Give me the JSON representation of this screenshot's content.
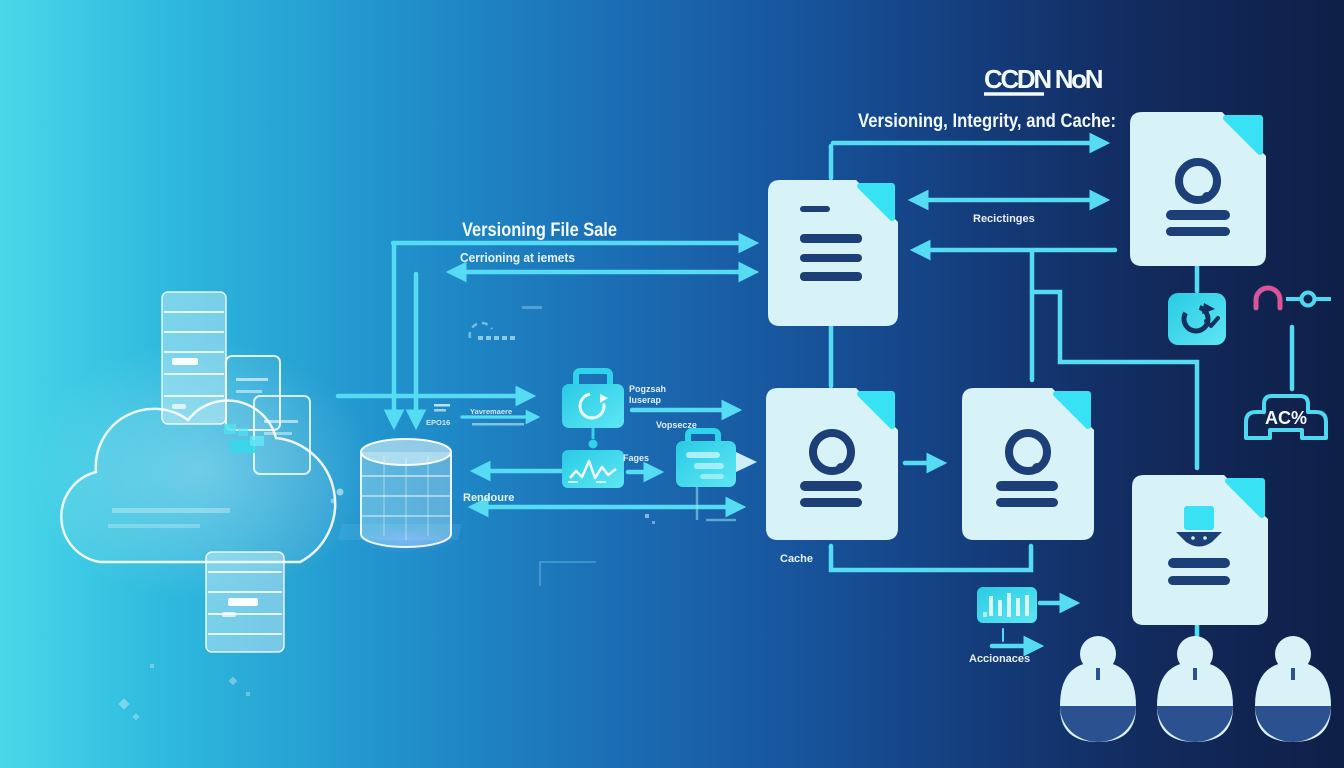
{
  "header": {
    "title": "CCDN NoN",
    "subtitle": "Versioning, Integrity, and Cache:"
  },
  "flow_labels": {
    "versioning_file_sale": "Versioning File Sale",
    "cerrioning_at_iemets": "Cerrioning at iemets",
    "recictinges": "Recictinges",
    "pogzsah": "Pogzsah",
    "iuserap": "Iuserap",
    "vopsecze": "Vopsecze",
    "fages": "Fages",
    "yavremaere": "Yavremaere",
    "epo16": "EPO16",
    "rendoure": "Rendoure",
    "cache": "Cache",
    "accionaces": "Accionaces",
    "ac_badge": "AC%"
  },
  "icons": {
    "cloud-server-icon": "cloud outline with server racks and files",
    "database-icon": "translucent cylinder with glow",
    "document-icon": "light cyan page with folded corner",
    "profile-document-icon": "page with circle avatar and lines",
    "spy-document-icon": "page with hat glyph and lines",
    "padlock-sync-icon": "cyan padlock with circular arrow",
    "waveform-icon": "cyan box with signal waveform",
    "briefcase-message-icon": "cyan briefcase with text lines and tail",
    "barcode-icon": "cyan box with vertical bars",
    "sync-square-icon": "cyan square with refresh arrow",
    "arch-lock-icon": "pink arch outline",
    "toggle-slider-icon": "cyan slider with round knob",
    "console-badge-icon": "cyan console outline with AC% label",
    "user-icon": "person silhouette, light top and blue base"
  },
  "colors": {
    "background_left": "#49d8e9",
    "background_right": "#0f1f47",
    "arrow": "#55dbf2",
    "document_body": "#d8f3f7",
    "document_fold": "#38e2f4",
    "document_ink": "#1d3f78",
    "icon_fill_start": "#29cbe4",
    "icon_fill_end": "#5ee6f4",
    "accent_pink": "#d8559a",
    "user_light": "#d9f2f7",
    "user_dark": "#2c5190",
    "text": "#f2fafd"
  }
}
